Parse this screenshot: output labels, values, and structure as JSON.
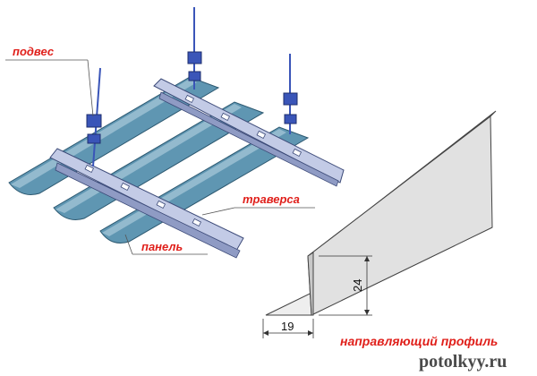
{
  "labels": {
    "hanger": "подвес",
    "traverse": "траверса",
    "panel": "панель",
    "guide_profile": "направляющий профиль"
  },
  "dimensions": {
    "width": "19",
    "height": "24"
  },
  "watermark": "potolkyy.ru",
  "colors": {
    "panel_fill": "#5f96b2",
    "panel_light": "#a9c9da",
    "traverse_fill": "#c3cbe6",
    "hanger_fill": "#3a55b8",
    "label": "#e0201b",
    "profile_fill": "#e1e1e1",
    "profile_dark": "#b5b5b5"
  }
}
